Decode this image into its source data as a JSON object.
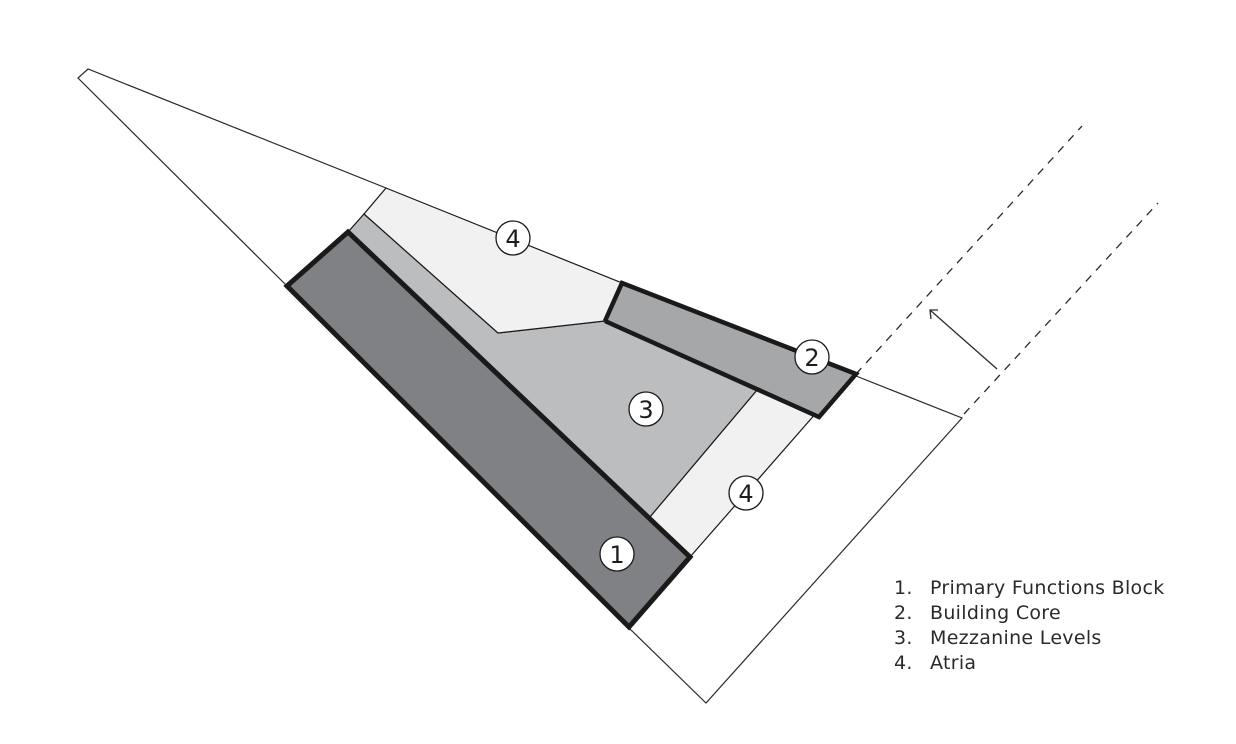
{
  "markers": {
    "atrium_top": "4",
    "core": "2",
    "mezzanine": "3",
    "atrium_right": "4",
    "primary": "1"
  },
  "legend": {
    "items": [
      {
        "number": "1.",
        "label": "Primary Functions Block"
      },
      {
        "number": "2.",
        "label": "Building Core"
      },
      {
        "number": "3.",
        "label": "Mezzanine Levels"
      },
      {
        "number": "4.",
        "label": "Atria"
      }
    ]
  },
  "colors": {
    "primary_block": "#808184",
    "building_core": "#a6a7a9",
    "mezzanine": "#bcbdbf",
    "atria": "#f1f1f1",
    "outline": "#1a1a1a",
    "site_line": "#2b2b2b"
  }
}
